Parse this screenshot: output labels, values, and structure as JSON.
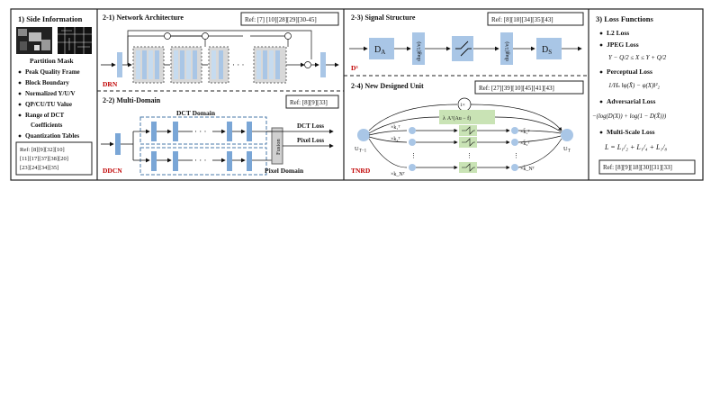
{
  "side_info": {
    "title": "1) Side Information",
    "caption": "Partition Mask",
    "items": [
      "Peak Quality Frame",
      "Block Boundary",
      "Normalized Y/U/V",
      "QP/CU/TU Value",
      "Range of DCT",
      "Coefficients",
      "Quantization Tables"
    ],
    "ref": [
      "Ref: [8][9][32][10]",
      "[11][17][37][38][20]",
      "[23][24][34][35]"
    ]
  },
  "network_arch": {
    "title": "2-1) Network Architecture",
    "ref": "Ref: [7] [10][28][29][30-45]",
    "tag": "DRN",
    "ellipsis": "· · ·"
  },
  "multi_domain": {
    "title": "2-2) Multi-Domain",
    "ref": "Ref: [8][9][33]",
    "tag": "DDCN",
    "dct_domain": "DCT Domain",
    "dct_loss": "DCT Loss",
    "pixel_loss": "Pixel Loss",
    "pixel_domain": "Pixel Domain",
    "fusion": "Fusion",
    "ellipsis": "· · ·"
  },
  "signal_structure": {
    "title": "2-3) Signal Structure",
    "ref": "Ref: [8][18][34][35][43]",
    "tag": "D³",
    "da": "D",
    "da_sub": "A",
    "ds": "D",
    "ds_sub": "S",
    "diag": "diag(1/e)"
  },
  "new_unit": {
    "title": "2-4) New Designed Unit",
    "ref": "Ref: [27][39][10][45][41][43]",
    "tag": "TNRD",
    "in_label": "U",
    "in_sub": "T−1",
    "out_label": "U",
    "out_sub": "T",
    "lambda_box": "λ",
    "lambda_expr": "A",
    "times_in": [
      "×k₁ᵀ",
      "×k₂ᵀ",
      "×k_Nᵀ"
    ],
    "times_out": [
      "×k̄₁ᵀ",
      "×k̄₂ᵀ",
      "×k̄_Nᵀ"
    ],
    "one_times": "1×"
  },
  "loss_functions": {
    "title": "3) Loss Functions",
    "items": [
      "L2 Loss",
      "JPEG Loss",
      "Perceptual Loss",
      "Adversarial Loss",
      "Multi-Scale Loss"
    ],
    "jpeg_formula": "Y − Q/2 ≤ X ≤ Y + Q/2",
    "perceptual_formula": "1/Hₛ ‖φ(X̂) − φ(X)‖²₂",
    "adversarial_formula": "−(log(D(X)) + log(1 − D(X̂)))",
    "multiscale_formula": "L = L₁/₂ + L₁/₄ + L₁/₈",
    "ref": "Ref: [8][9][18][30][31][33]"
  }
}
